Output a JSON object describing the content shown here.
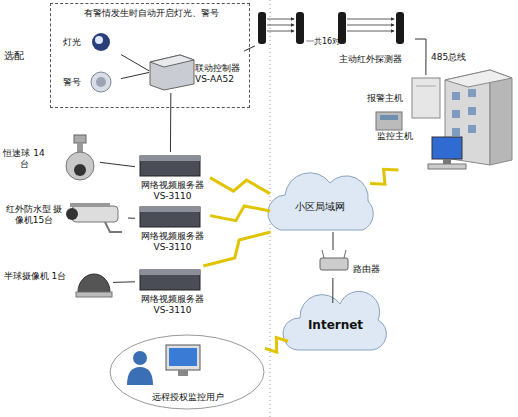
{
  "diagram": {
    "nodes": [
      {
        "text": [
          "有警情发生时自动开启灯光、警号"
        ]
      },
      {
        "text": [
          "灯光"
        ],
        "in": 0
      },
      {
        "text": [
          "警号"
        ],
        "in": 0
      },
      {
        "text": [
          "联动控制器 VS-AA52"
        ],
        "in": 0
      },
      {
        "text": [
          "主动红外探测器"
        ]
      },
      {
        "text": [
          "报警主机"
        ]
      },
      {
        "text": [
          "监控主机"
        ]
      },
      {
        "text": [
          "恒速球 14台"
        ]
      },
      {
        "text": [
          "网络视频服务器 VS-3110"
        ]
      },
      {
        "text": [
          "红外防水型 摄像机15台"
        ]
      },
      {
        "text": [
          "网络视频服务器 VS-3110"
        ]
      },
      {
        "text": [
          "半球摄像机 1台"
        ]
      },
      {
        "text": [
          "网络视频服务器 VS-3110"
        ]
      },
      {
        "text": [
          "小区局域网"
        ]
      },
      {
        "text": [
          "路由器"
        ]
      },
      {
        "text": [
          "Internet"
        ]
      },
      {
        "text": [
          "远程授权监控用户"
        ]
      }
    ],
    "edges": [
      {
        "from": 1,
        "to": 3,
        "arrow": "none"
      },
      {
        "from": 2,
        "to": 3,
        "arrow": "none"
      },
      {
        "from": 3,
        "to": 4,
        "arrow": "none"
      },
      {
        "from": 3,
        "to": 8,
        "arrow": "none"
      },
      {
        "from": 4,
        "to": 5,
        "label": "485总线",
        "arrow": "none"
      },
      {
        "from": 7,
        "to": 8,
        "arrow": "none"
      },
      {
        "from": 9,
        "to": 10,
        "arrow": "none"
      },
      {
        "from": 11,
        "to": 12,
        "arrow": "none"
      },
      {
        "from": 8,
        "to": 13,
        "arrow": "none"
      },
      {
        "from": 10,
        "to": 13,
        "arrow": "none"
      },
      {
        "from": 12,
        "to": 13,
        "arrow": "none"
      },
      {
        "from": 6,
        "to": 13,
        "arrow": "none"
      },
      {
        "from": 13,
        "to": 14,
        "arrow": "none"
      },
      {
        "from": 14,
        "to": 15,
        "arrow": "none"
      },
      {
        "from": 16,
        "to": 15,
        "arrow": "none"
      }
    ],
    "labels": [
      "选配",
      "一共16对"
    ]
  }
}
